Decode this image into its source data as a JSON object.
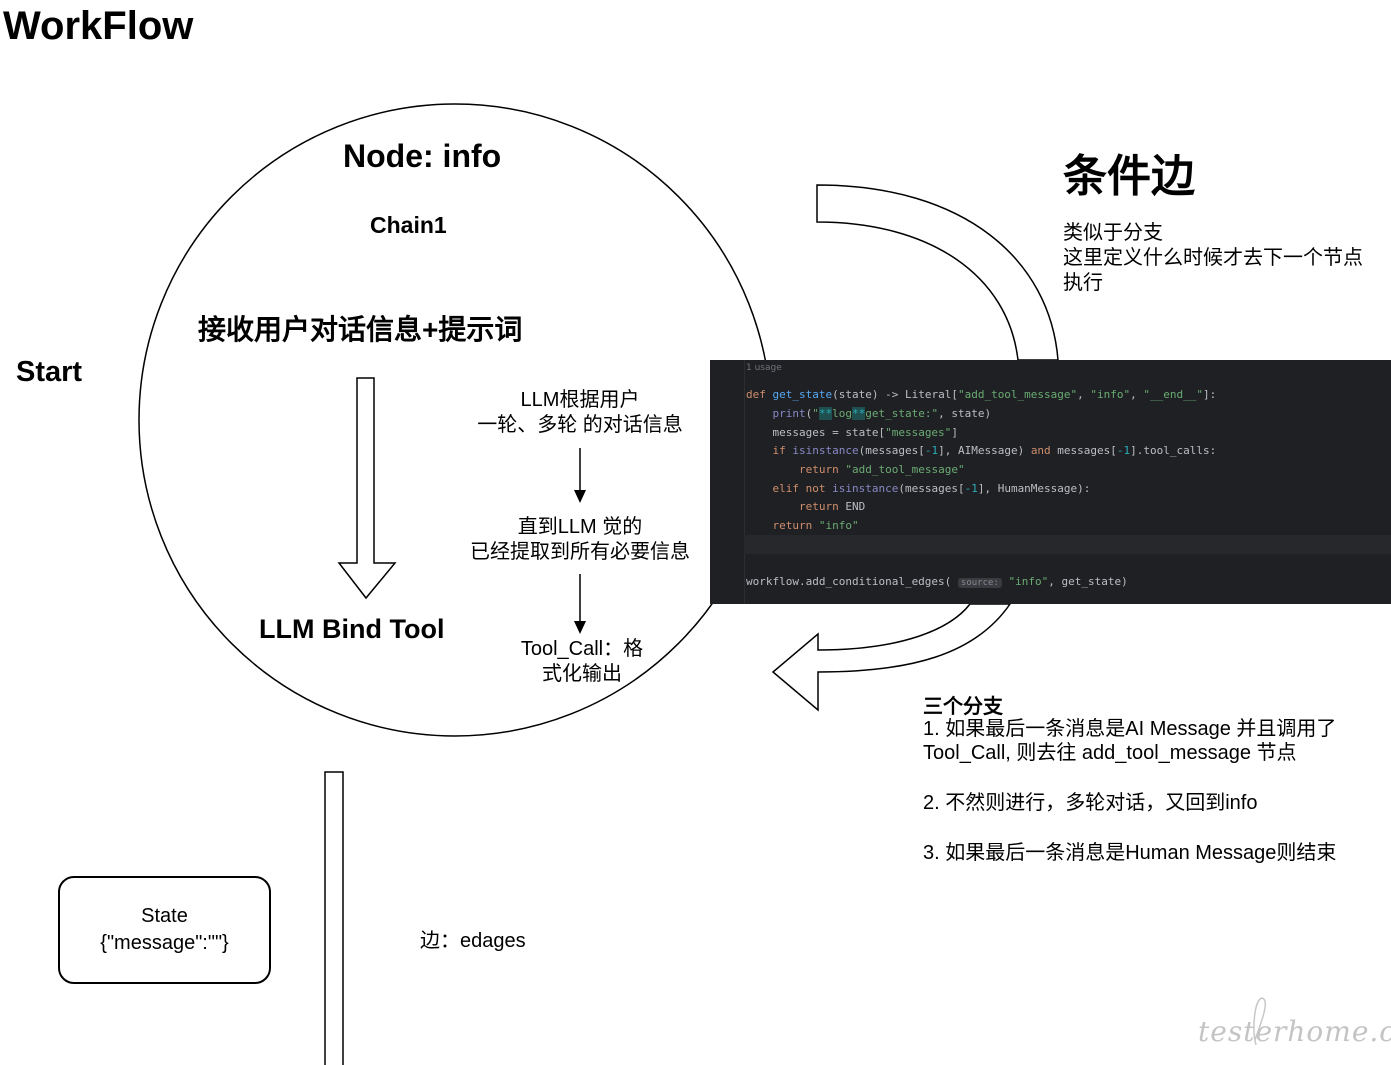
{
  "title": "WorkFlow",
  "start_label": "Start",
  "node": {
    "title": "Node:   info",
    "chain": "Chain1",
    "receive": "接收用户对话信息+提示词",
    "bind_tool": "LLM Bind Tool",
    "steps": [
      {
        "line1": "LLM根据用户",
        "line2": "一轮、多轮 的对话信息"
      },
      {
        "line1": "直到LLM 觉的",
        "line2": "已经提取到所有必要信息"
      },
      {
        "line1": "Tool_Call：格",
        "line2": "式化输出"
      }
    ]
  },
  "conditional_edge": {
    "title": "条件边",
    "desc_line1": "类似于分支",
    "desc_line2": "这里定义什么时候才去下一个节点执行"
  },
  "branches": {
    "title": "三个分支",
    "b1_line1": "1.  如果最后一条消息是AI Message 并且调用了",
    "b1_line2": "Tool_Call, 则去往 add_tool_message 节点",
    "b2": "2. 不然则进行，多轮对话，又回到info",
    "b3": "3. 如果最后一条消息是Human Message则结束"
  },
  "state_box": {
    "line1": "State",
    "line2": "{\"message\":\"\"}"
  },
  "edges_label": "边：edages",
  "watermark": "testerhome.com",
  "code_panel": {
    "usage_hint": "1 usage",
    "source_hint": "source:",
    "lines": [
      "def get_state(state) -> Literal[\"add_tool_message\", \"info\", \"__end__\"]:",
      "    print(\"**log**get_state:\", state)",
      "    messages = state[\"messages\"]",
      "    if isinstance(messages[-1], AIMessage) and messages[-1].tool_calls:",
      "        return \"add_tool_message\"",
      "    elif not isinstance(messages[-1], HumanMessage):",
      "        return END",
      "    return \"info\"",
      "workflow.add_conditional_edges(source: \"info\", get_state)"
    ]
  },
  "colors": {
    "code_bg": "#1f2023",
    "keyword": "#cf8e6d",
    "function": "#56a8f5",
    "string": "#6aab73",
    "number": "#2aacb8"
  }
}
